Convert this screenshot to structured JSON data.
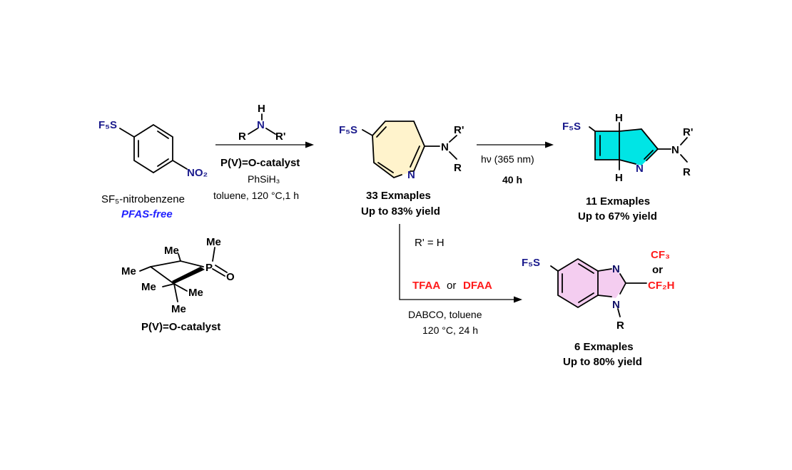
{
  "colors": {
    "heteroatom": "#1a1a8c",
    "fluorinated": "#ff1a1a",
    "pfas_free": "#2222ff",
    "azepine_fill": "#fff3cc",
    "bicycle_fill": "#00e5e5",
    "benzimidazole_fill": "#f4cdf0"
  },
  "start": {
    "sf5": "F₅S",
    "no2": "NO₂",
    "name": "SF₅-nitrobenzene",
    "tag": "PFAS-free"
  },
  "amine": {
    "h": "H",
    "n": "N",
    "r": "R",
    "r_prime": "R'"
  },
  "step1": {
    "catalyst": "P(V)=O-catalyst",
    "silane": "PhSiH₃",
    "conditions": "toluene, 120 °C,1 h"
  },
  "azepine": {
    "sf5": "F₅S",
    "n_ring": "N",
    "n_amine": "N",
    "r_prime": "R'",
    "r": "R",
    "examples": "33 Exmaples",
    "yield": "Up to 83% yield"
  },
  "step2": {
    "light": "hν (365 nm)",
    "time": "40 h"
  },
  "bicycle": {
    "sf5": "F₅S",
    "h_top": "H",
    "h_bottom": "H",
    "n_ring": "N",
    "n_amine": "N",
    "r_prime": "R'",
    "r": "R",
    "examples": "11 Exmaples",
    "yield": "Up to 67% yield"
  },
  "step3": {
    "condition": "R' = H",
    "tfaa": "TFAA",
    "or": "or",
    "dfaa": "DFAA",
    "base": "DABCO, toluene",
    "conditions": "120 °C, 24 h"
  },
  "benzimidazole": {
    "sf5": "F₅S",
    "n_top": "N",
    "n_bottom": "N",
    "r": "R",
    "cf3": "CF₃",
    "or": "or",
    "cf2h": "CF₂H",
    "examples": "6 Exmaples",
    "yield": "Up to 80% yield"
  },
  "catalyst": {
    "me_top": "Me",
    "me_upper": "Me",
    "me_left": "Me",
    "me_mid": "Me",
    "me_right": "Me",
    "me_bottom": "Me",
    "p": "P",
    "o": "O",
    "label": "P(V)=O-catalyst"
  }
}
